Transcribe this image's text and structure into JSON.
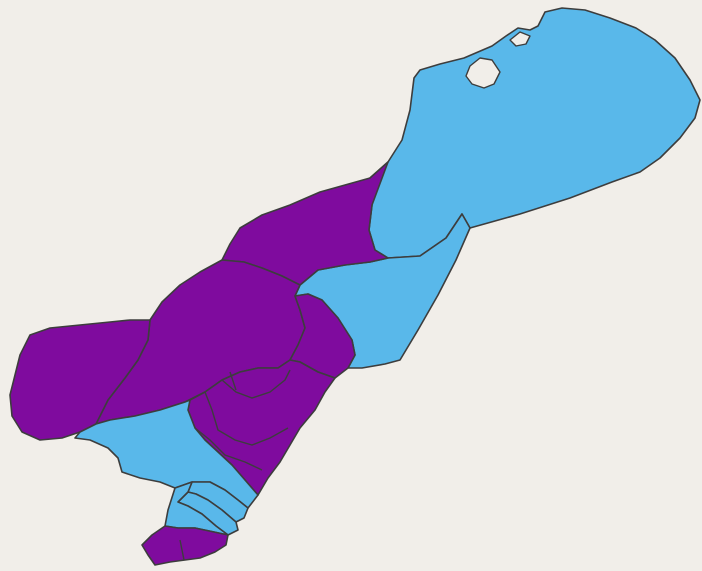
{
  "map": {
    "colors": {
      "background": "#f1eee9",
      "category_a": "#59b8ea",
      "category_b": "#7f0b9e",
      "border": "#3d3d3d"
    },
    "regions": [
      {
        "id": "north-east",
        "category": "a"
      },
      {
        "id": "central-east",
        "category": "a"
      },
      {
        "id": "north-central",
        "category": "b"
      },
      {
        "id": "central-large",
        "category": "b"
      },
      {
        "id": "west-tip",
        "category": "b"
      },
      {
        "id": "east-notch",
        "category": "b"
      },
      {
        "id": "south-center",
        "category": "b"
      },
      {
        "id": "south-west",
        "category": "a"
      },
      {
        "id": "south-strip-1",
        "category": "a"
      },
      {
        "id": "south-strip-2",
        "category": "a"
      },
      {
        "id": "south-strip-3",
        "category": "a"
      },
      {
        "id": "south-tip",
        "category": "b"
      }
    ]
  }
}
